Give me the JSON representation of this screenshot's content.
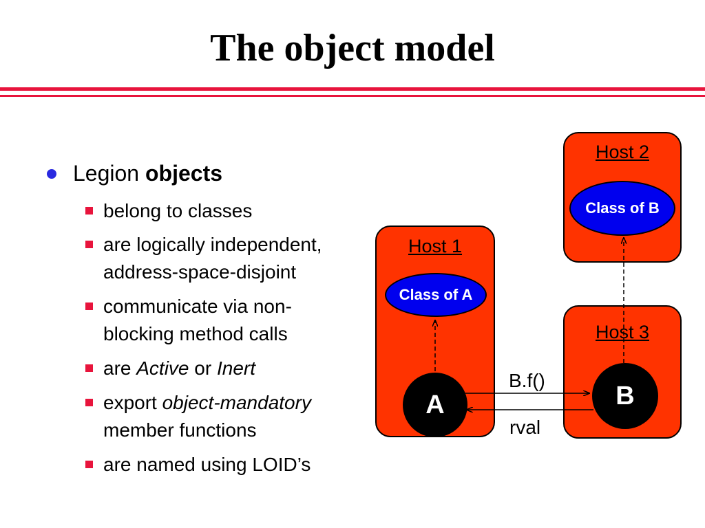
{
  "title": "The object model",
  "bullets": {
    "main": {
      "text": "Legion ",
      "bold": "objects"
    },
    "items": [
      {
        "lines": [
          "belong to classes"
        ]
      },
      {
        "lines": [
          "are logically independent,",
          "address-space-disjoint"
        ]
      },
      {
        "lines": [
          "communicate via non-",
          "blocking method calls"
        ]
      },
      {
        "pre": "are ",
        "italic1": "Active",
        "mid": " or ",
        "italic2": "Inert"
      },
      {
        "pre": "export ",
        "italic1": "object-mandatory",
        "line2": "member functions"
      },
      {
        "lines": [
          "are named using LOID’s"
        ]
      }
    ]
  },
  "diagram": {
    "host1": {
      "label": "Host 1",
      "class_label": "Class of A",
      "object": "A"
    },
    "host2": {
      "label": "Host 2",
      "class_label": "Class of B"
    },
    "host3": {
      "label": "Host 3",
      "object": "B"
    },
    "call_label": "B.f()",
    "return_label": "rval",
    "colors": {
      "rule": "#e8143c",
      "bullet": "#2a2ae0",
      "host": "#ff3300",
      "class": "#0000ee",
      "object": "#000000"
    }
  }
}
